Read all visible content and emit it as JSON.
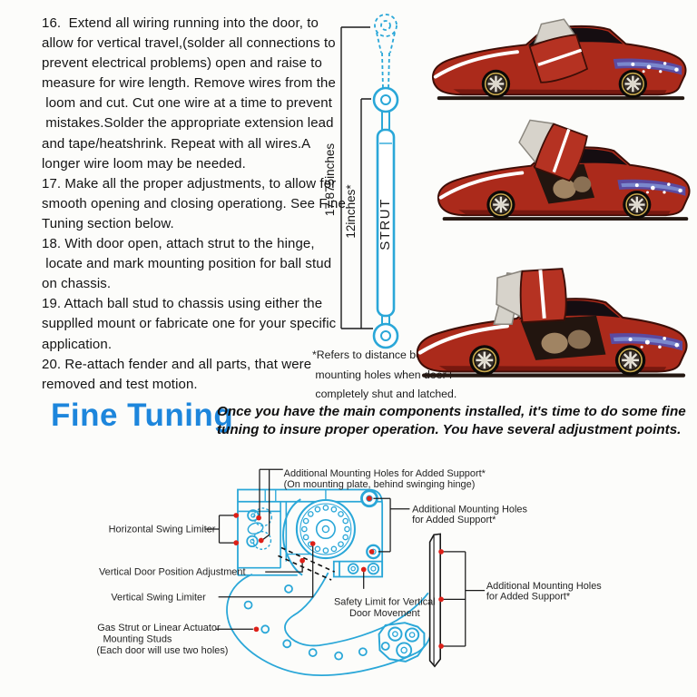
{
  "instructions": {
    "lines": [
      "16.  Extend all wiring running into the door, to",
      "allow for vertical travel,(solder all connections to",
      "prevent electrical problems) open and raise to",
      "measure for wire length. Remove wires from the",
      " loom and cut. Cut one wire at a time to prevent",
      " mistakes.Solder the appropriate extension lead",
      "and tape/heatshrink. Repeat with all wires.A",
      "longer wire loom may be needed.",
      "17. Make all the proper adjustments, to allow for",
      "smooth opening and closing operationg. See Fine",
      "Tuning section below.",
      "18. With door open, attach strut to the hinge,",
      " locate and mark mounting position for ball stud",
      "on chassis.",
      "19. Attach ball stud to chassis using either the",
      "supplled mount or fabricate one for your specific",
      "application.",
      "20. Re-attach fender and all parts, that were",
      "removed and test motion."
    ]
  },
  "strut_diagram": {
    "dim_outer": "17.875inches",
    "dim_inner": "12inches*",
    "strut_label": "STRUT",
    "footnote_lines": [
      "*Refers to distance between",
      " mounting holes when door i",
      " completely shut and latched."
    ]
  },
  "fine_tuning": {
    "heading": "Fine Tuning",
    "intro_lines": [
      "Once you have the main components installed, it's time to do some fine",
      "tuning to insure proper operation. You have several adjustment points."
    ]
  },
  "diagram": {
    "labels": {
      "top_line1": "Additional Mounting Holes for Added Support*",
      "top_line2": "(On mounting plate, behind swinging hinge)",
      "right_top_line1": "Additional Mounting Holes",
      "right_top_line2": "for Added Support*",
      "horizontal_swing": "Horizontal Swing Limiter",
      "vertical_door_position": "Vertical Door Position Adjustment",
      "vertical_swing": "Vertical Swing Limiter",
      "gas_strut_line1": "Gas Strut or Linear Actuator",
      "gas_strut_line2": "Mounting Studs",
      "gas_strut_line3": "(Each door will use two holes)",
      "safety_line1": "Safety Limit for Vertical",
      "safety_line2": "Door Movement",
      "right_line1": "Additional Mounting Holes",
      "right_line2": "for Added Support*"
    },
    "colors": {
      "diagram_line": "#2aa7d8",
      "marker_dot": "#dd2018",
      "leader_line": "#1a1a1a",
      "heading_blue": "#1d86dc",
      "car_body_red": "#ab2a1b",
      "car_band_purple": "#5b4aa0"
    }
  }
}
